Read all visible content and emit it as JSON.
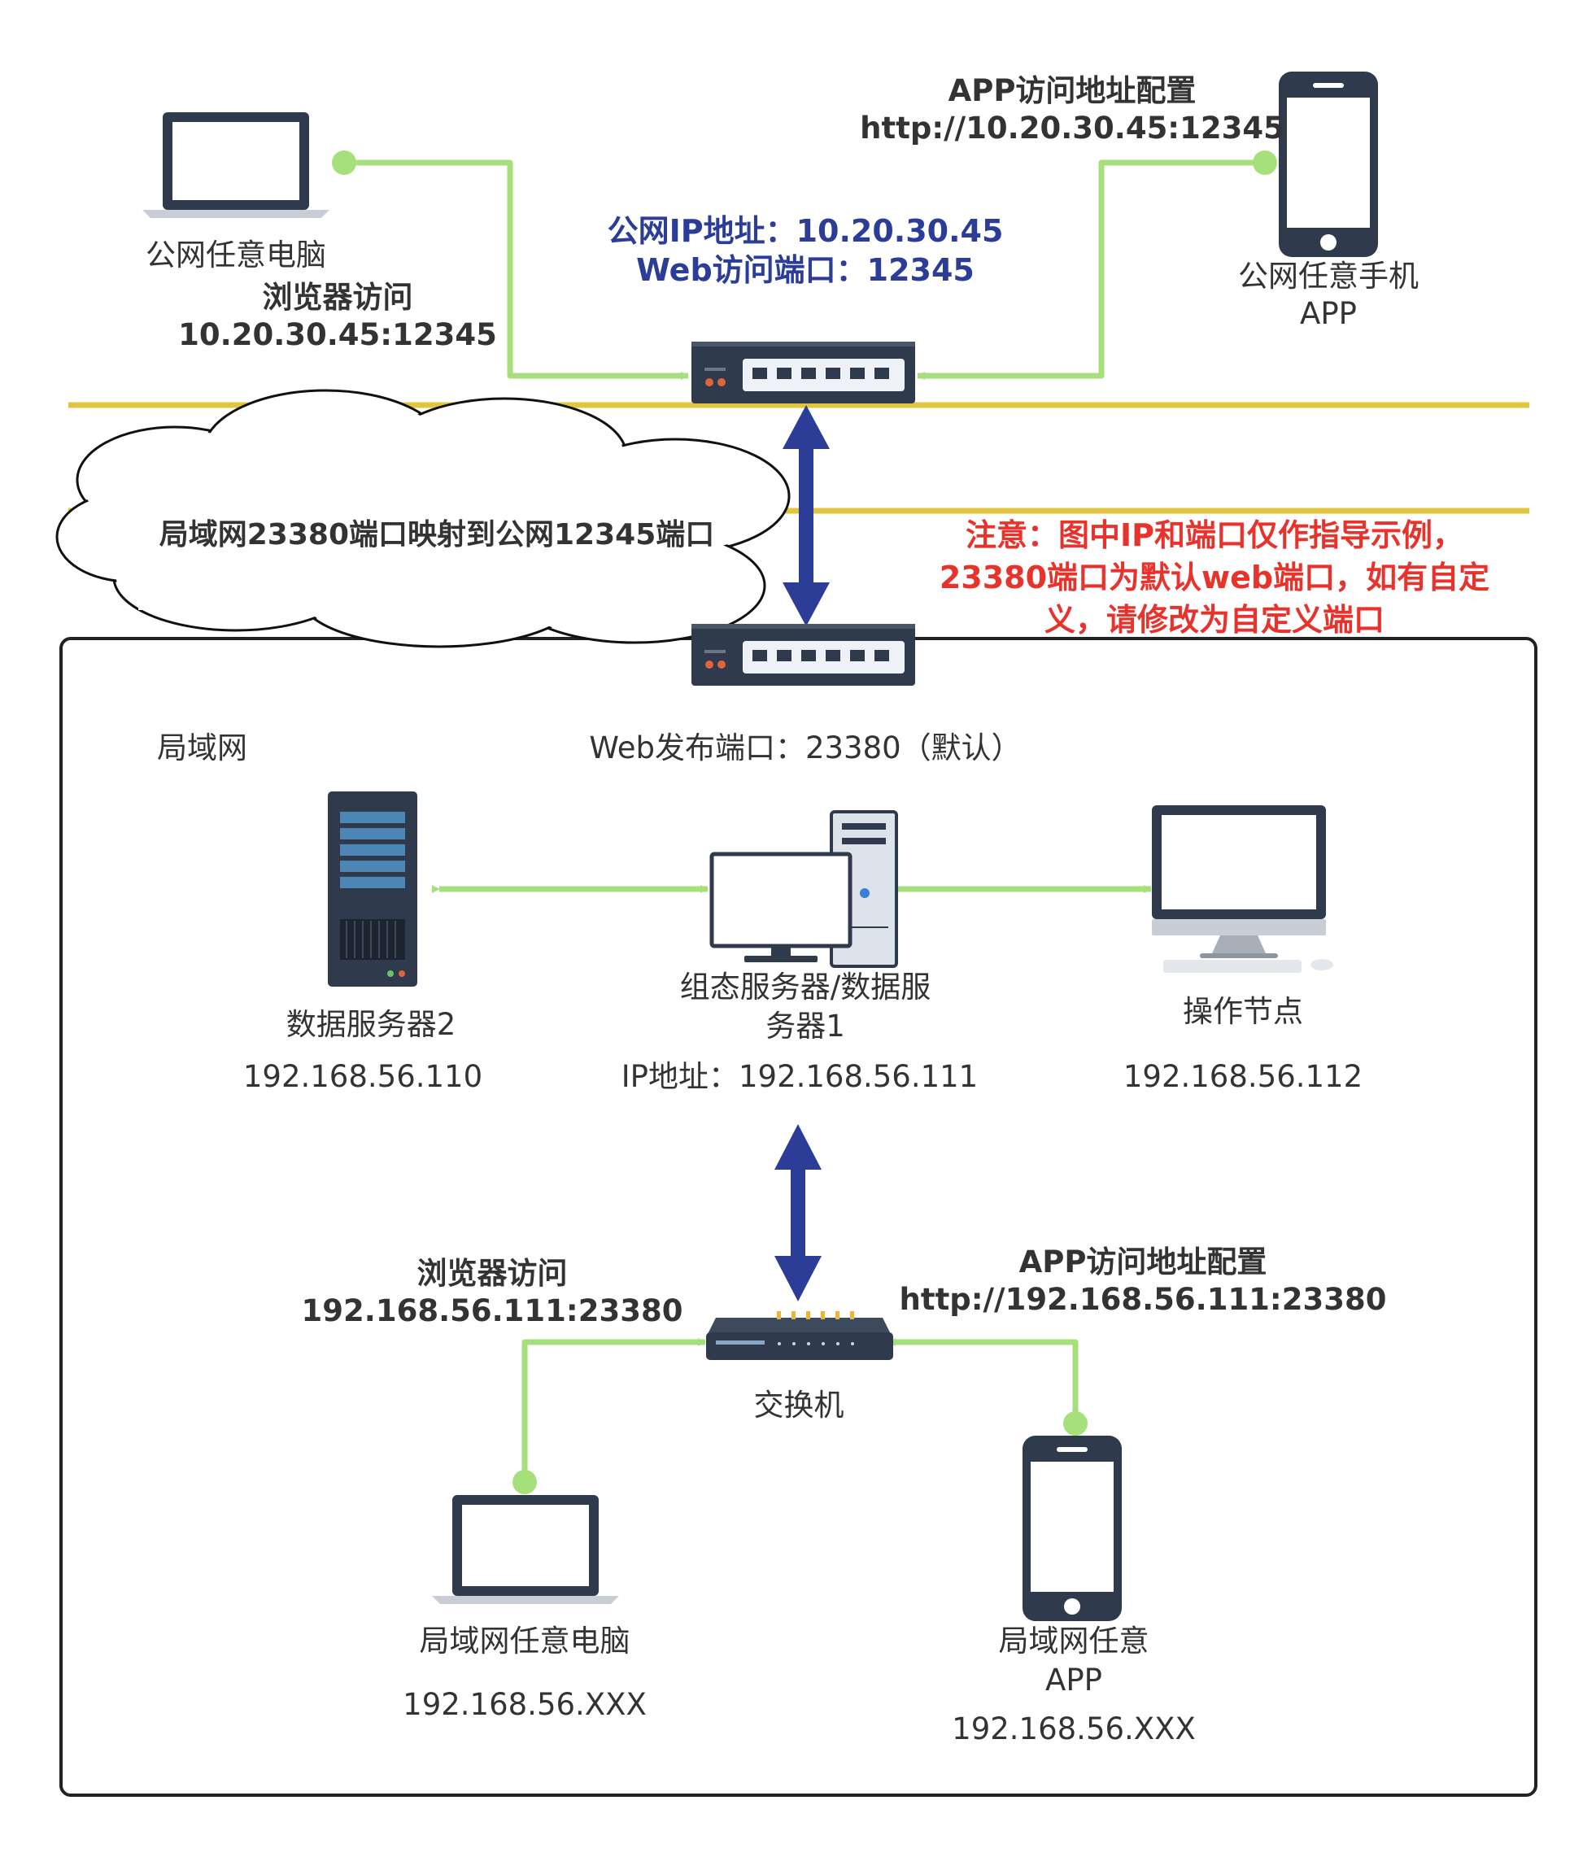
{
  "public": {
    "pc_label": "公网任意电脑",
    "pc_browser_title": "浏览器访问",
    "pc_browser_addr": "10.20.30.45:12345",
    "router_ip_line": "公网IP地址：10.20.30.45",
    "router_port_line": "Web访问端口：12345",
    "app_config_title": "APP访问地址配置",
    "app_config_url": "http://10.20.30.45:12345",
    "phone_label_1": "公网任意手机",
    "phone_label_2": "APP"
  },
  "mapping": {
    "cloud_text": "局域网23380端口映射到公网12345端口",
    "note_line_1": "注意：图中IP和端口仅作指导示例，",
    "note_line_2": "23380端口为默认web端口，如有自定",
    "note_line_3": "义，请修改为自定义端口"
  },
  "lan": {
    "zone_label": "局域网",
    "web_port": "Web发布端口：23380（默认）",
    "data_server": {
      "name": "数据服务器2",
      "ip": "192.168.56.110"
    },
    "config_server": {
      "name_1": "组态服务器/数据服",
      "name_2": "务器1",
      "ip": "IP地址：192.168.56.111"
    },
    "operator_node": {
      "name": "操作节点",
      "ip": "192.168.56.112"
    },
    "browser_title": "浏览器访问",
    "browser_addr": "192.168.56.111:23380",
    "app_config_title": "APP访问地址配置",
    "app_config_url": "http://192.168.56.111:23380",
    "switch_label": "交换机",
    "lan_pc": {
      "name": "局域网任意电脑",
      "ip": "192.168.56.XXX"
    },
    "lan_app": {
      "name_1": "局域网任意",
      "name_2": "APP",
      "ip": "192.168.56.XXX"
    }
  },
  "colors": {
    "green_line": "#a6e07a",
    "blue_arrow": "#2b3d97",
    "yellow_line": "#e0c640",
    "device_dark": "#2f3b4c",
    "note_red": "#e8322c"
  }
}
